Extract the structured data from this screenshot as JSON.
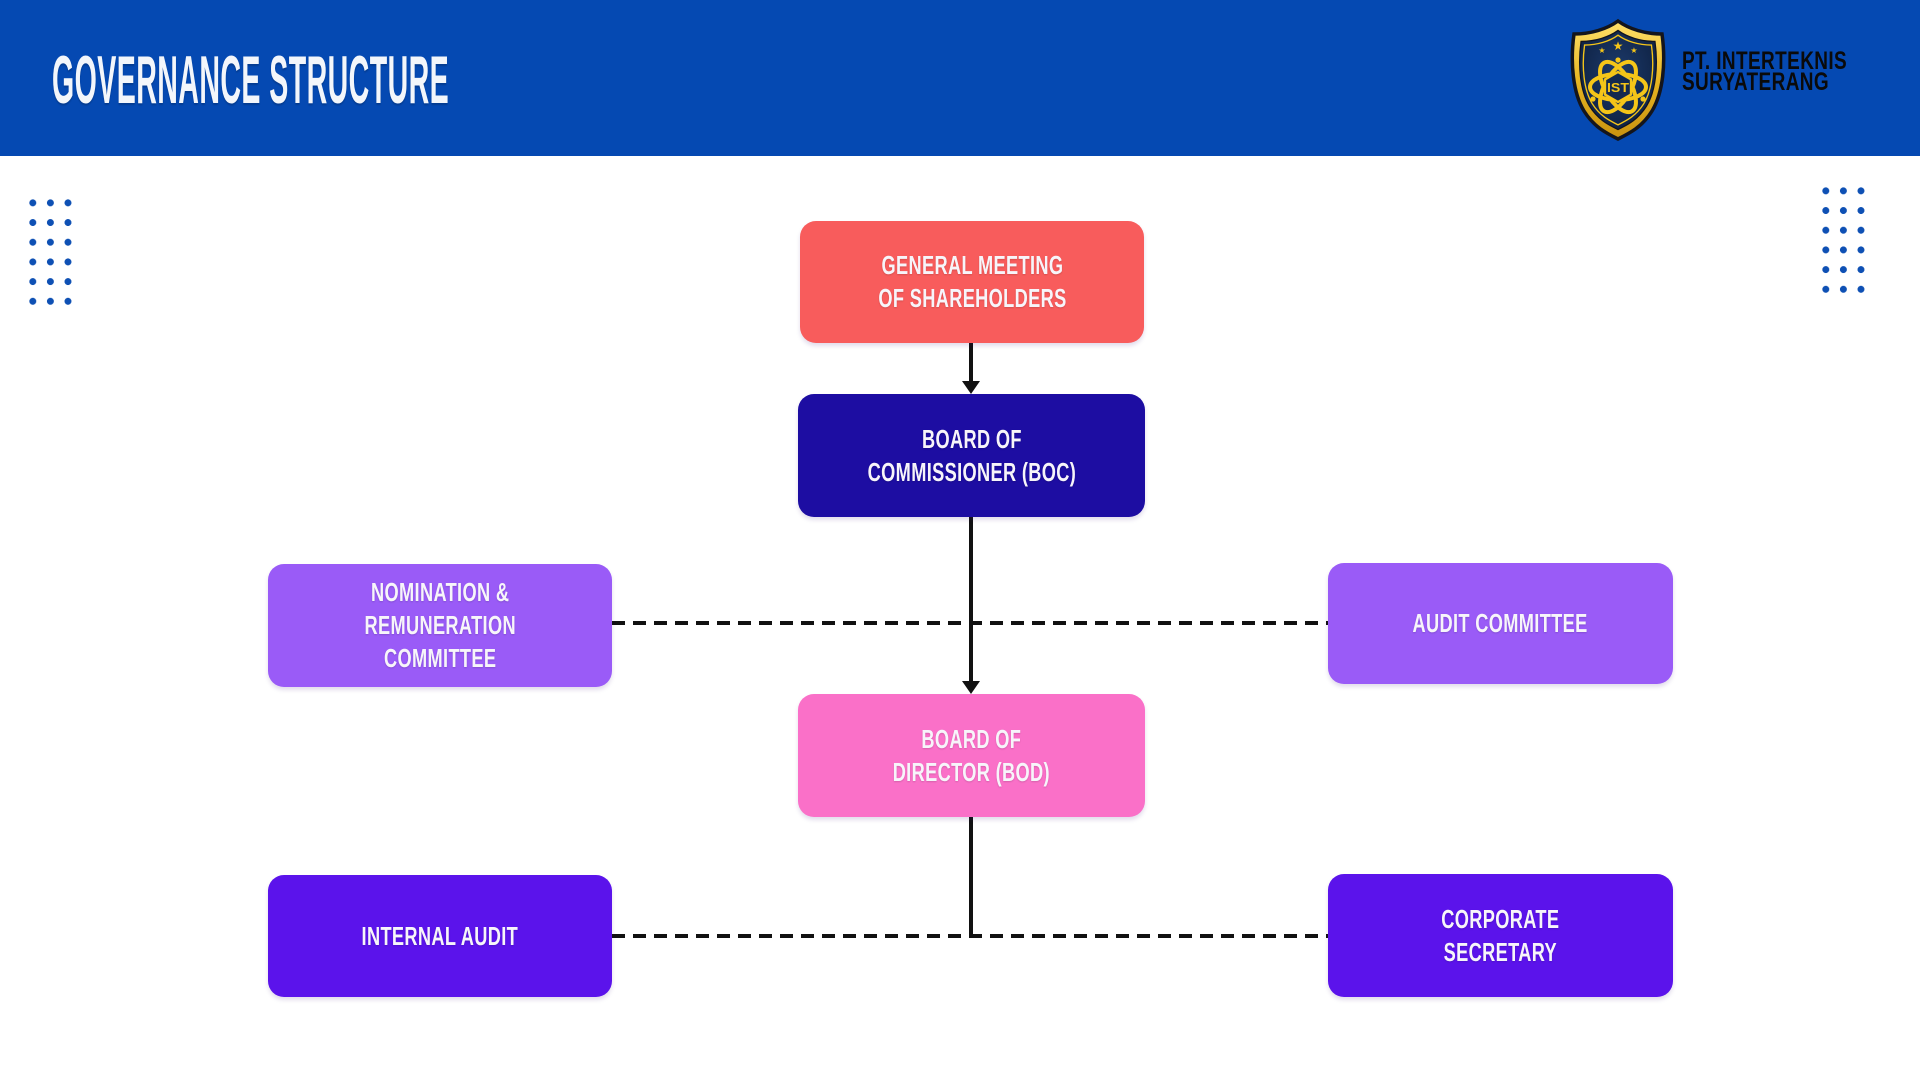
{
  "header": {
    "title": "GOVERNANCE STRUCTURE",
    "bg_color": "#0549B2",
    "title_color": "#F3F6FB",
    "logo": {
      "company_line1": "PT. INTERTEKNIS",
      "company_line2": "SURYATERANG",
      "monogram": "IST",
      "star_glyph": "★",
      "shield_gold": "#F5C518",
      "shield_field": "#0E2242"
    }
  },
  "decor": {
    "dot_color": "#0E50B4",
    "dot_grid_pattern": "3 columns × 6 rows, left and right margins"
  },
  "org_chart": {
    "type": "governance-org-diagram",
    "line_color": "#111111",
    "nodes": [
      {
        "id": "general-meeting-of-shareholders",
        "label": "GENERAL MEETING\nOF SHAREHOLDERS",
        "color": "#F85C5C"
      },
      {
        "id": "board-of-commissioner",
        "label": "BOARD OF\nCOMMISSIONER (BOC)",
        "color": "#1D0DA2"
      },
      {
        "id": "nomination-remuneration-committee",
        "label": "NOMINATION &\nREMUNERATION\nCOMMITTEE",
        "color": "#9A5BF7"
      },
      {
        "id": "audit-committee",
        "label": "AUDIT COMMITTEE",
        "color": "#9A5BF7"
      },
      {
        "id": "board-of-director",
        "label": "BOARD OF\nDIRECTOR (BOD)",
        "color": "#FA70C8"
      },
      {
        "id": "internal-audit",
        "label": "INTERNAL AUDIT",
        "color": "#5B13EB"
      },
      {
        "id": "corporate-secretary",
        "label": "CORPORATE\nSECRETARY",
        "color": "#5B13EB"
      }
    ],
    "edges": [
      {
        "from": "general-meeting-of-shareholders",
        "to": "board-of-commissioner",
        "style": "solid-arrow"
      },
      {
        "from": "board-of-commissioner",
        "to": "board-of-director",
        "style": "solid-arrow"
      },
      {
        "from": "nomination-remuneration-committee",
        "to": "audit-committee",
        "style": "dashed-horizontal"
      },
      {
        "from": "board-of-director",
        "to": "internal-audit-corporate-secretary-line",
        "style": "solid-vertical"
      },
      {
        "from": "internal-audit",
        "to": "corporate-secretary",
        "style": "dashed-horizontal"
      }
    ]
  }
}
